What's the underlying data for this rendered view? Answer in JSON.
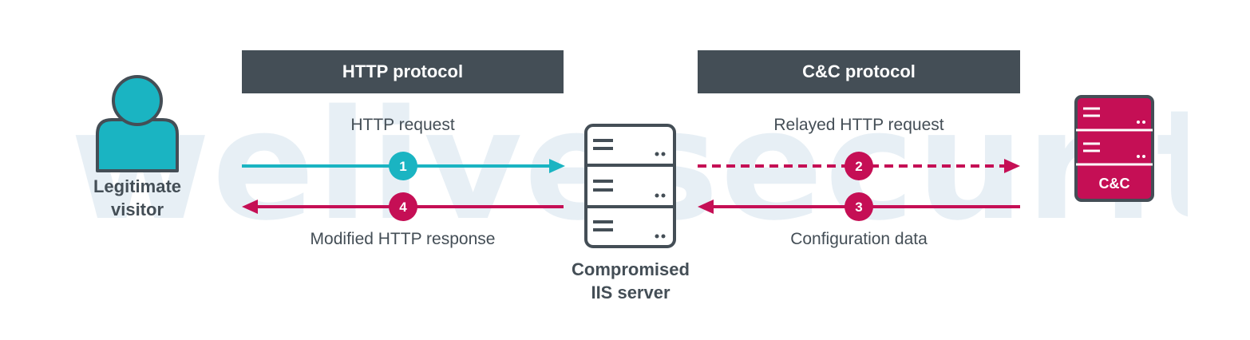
{
  "watermark": "welivesecurity",
  "headers": {
    "http_protocol": "HTTP protocol",
    "cc_protocol": "C&C protocol"
  },
  "actors": {
    "visitor_line1": "Legitimate",
    "visitor_line2": "visitor",
    "server_line1": "Compromised",
    "server_line2": "IIS server",
    "cc_label": "C&C"
  },
  "flows": [
    {
      "step": "1",
      "label": "HTTP request",
      "style": "solid",
      "direction": "right",
      "color": "#1ab4c2"
    },
    {
      "step": "2",
      "label": "Relayed HTTP request",
      "style": "dashed",
      "direction": "right",
      "color": "#c50f55"
    },
    {
      "step": "3",
      "label": "Configuration data",
      "style": "solid",
      "direction": "left",
      "color": "#c50f55"
    },
    {
      "step": "4",
      "label": "Modified HTTP response",
      "style": "solid",
      "direction": "left",
      "color": "#c50f55"
    }
  ],
  "colors": {
    "teal": "#1ab4c2",
    "crimson": "#c50f55",
    "dark": "#444e56",
    "watermark": "#e7eff5"
  }
}
